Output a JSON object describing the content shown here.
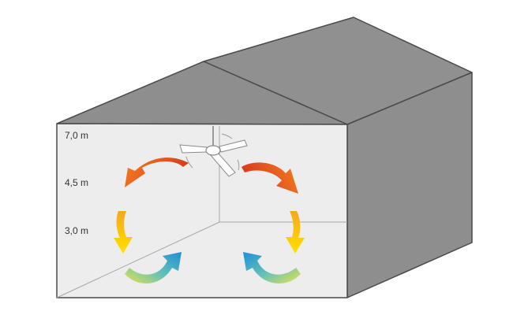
{
  "height_markers": [
    {
      "label": "7,0 m"
    },
    {
      "label": "4,5 m"
    },
    {
      "label": "3,0 m"
    }
  ],
  "colors": {
    "wall_front": "#ededed",
    "building_dark": "#8e8e8e",
    "outline": "#4a4a4a",
    "interior_line": "#a6a6a6",
    "warm_top": "#d63a1e",
    "warm_mid": "#f08a1c",
    "warm_low": "#ffd400",
    "cool_mid": "#7fd0a0",
    "cool_blue": "#1f8fd8"
  },
  "icons": {
    "fan": "ceiling-fan-icon",
    "arrows": "airflow-arrow-icon"
  }
}
